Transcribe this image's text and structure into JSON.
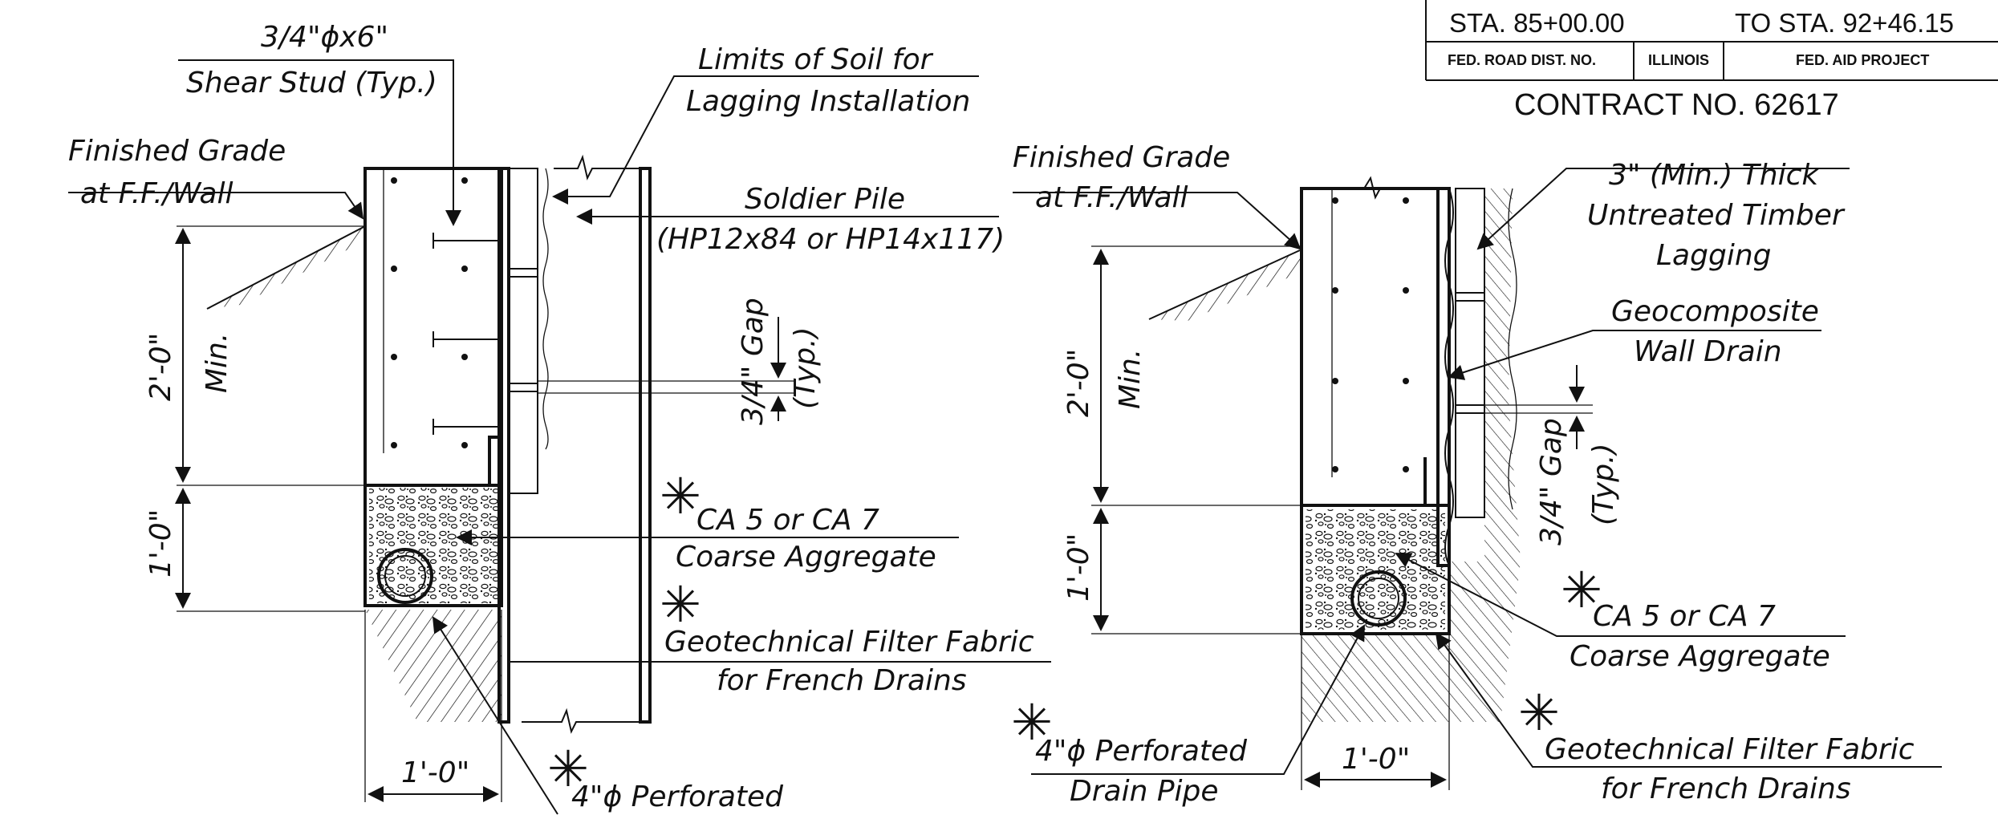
{
  "title_block": {
    "sta_from": "STA. 85+00.00",
    "sta_to": "TO STA. 92+46.15",
    "fed_road_dist": "FED. ROAD DIST. NO.",
    "state": "ILLINOIS",
    "fed_aid_project": "FED. AID PROJECT",
    "contract": "CONTRACT NO. 62617"
  },
  "left_detail": {
    "shear_stud_size": "3/4\"ϕx6\"",
    "shear_stud": "Shear Stud (Typ.)",
    "limits_line1": "Limits of Soil for",
    "limits_line2": "Lagging Installation",
    "finished_grade_line1": "Finished Grade",
    "finished_grade_line2": "at F.F./Wall",
    "soldier_pile_line1": "Soldier Pile",
    "soldier_pile_line2": "(HP12x84 or HP14x117)",
    "gap_line1": "3/4\" Gap",
    "gap_line2": "(Typ.)",
    "dim_two_ft": "2'-0\"",
    "dim_min": "Min.",
    "dim_one_ft_vertical": "1'-0\"",
    "aggregate_line1": "CA 5 or CA 7",
    "aggregate_line2": "Coarse Aggregate",
    "fabric_line1": "Geotechnical Filter Fabric",
    "fabric_line2": "for French Drains",
    "dim_one_ft_horizontal": "1'-0\"",
    "pipe_line1": "4\"ϕ Perforated"
  },
  "right_detail": {
    "finished_grade_line1": "Finished Grade",
    "finished_grade_line2": "at F.F./Wall",
    "lagging_line1": "3\" (Min.) Thick",
    "lagging_line2": "Untreated Timber",
    "lagging_line3": "Lagging",
    "geocomposite_line1": "Geocomposite",
    "geocomposite_line2": "Wall Drain",
    "gap_line1": "3/4\" Gap",
    "gap_line2": "(Typ.)",
    "dim_two_ft": "2'-0\"",
    "dim_min": "Min.",
    "dim_one_ft_vertical": "1'-0\"",
    "aggregate_line1": "CA 5 or CA 7",
    "aggregate_line2": "Coarse Aggregate",
    "pipe_line1": "4\"ϕ Perforated",
    "pipe_line2": "Drain Pipe",
    "dim_one_ft_horizontal": "1'-0\"",
    "fabric_line1": "Geotechnical Filter Fabric",
    "fabric_line2": "for French Drains"
  },
  "symbols": {
    "special_provision": "✳"
  }
}
